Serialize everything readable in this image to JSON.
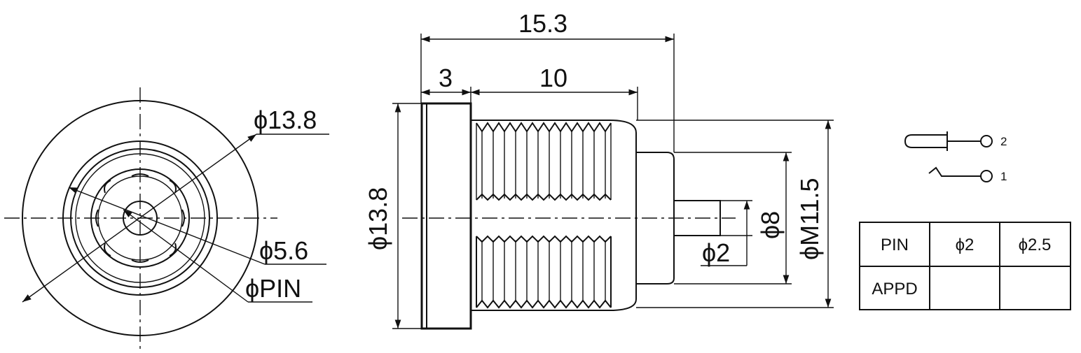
{
  "front_view": {
    "dia_outer": "ϕ13.8",
    "dia_inner": "ϕ5.6",
    "dia_pin": "ϕPIN"
  },
  "side_view": {
    "overall_length": "15.3",
    "flange_thickness": "3",
    "thread_length": "10",
    "flange_dia": "ϕ13.8",
    "thread_dia": "ϕM11.5",
    "body_dia": "ϕ8",
    "pin_dia": "ϕ2"
  },
  "schematic": {
    "pin_2": "2",
    "pin_1": "1"
  },
  "pin_table": {
    "headers": [
      "PIN",
      "ϕ2",
      "ϕ2.5"
    ],
    "row_label": "APPD",
    "row_values": [
      "",
      ""
    ]
  }
}
